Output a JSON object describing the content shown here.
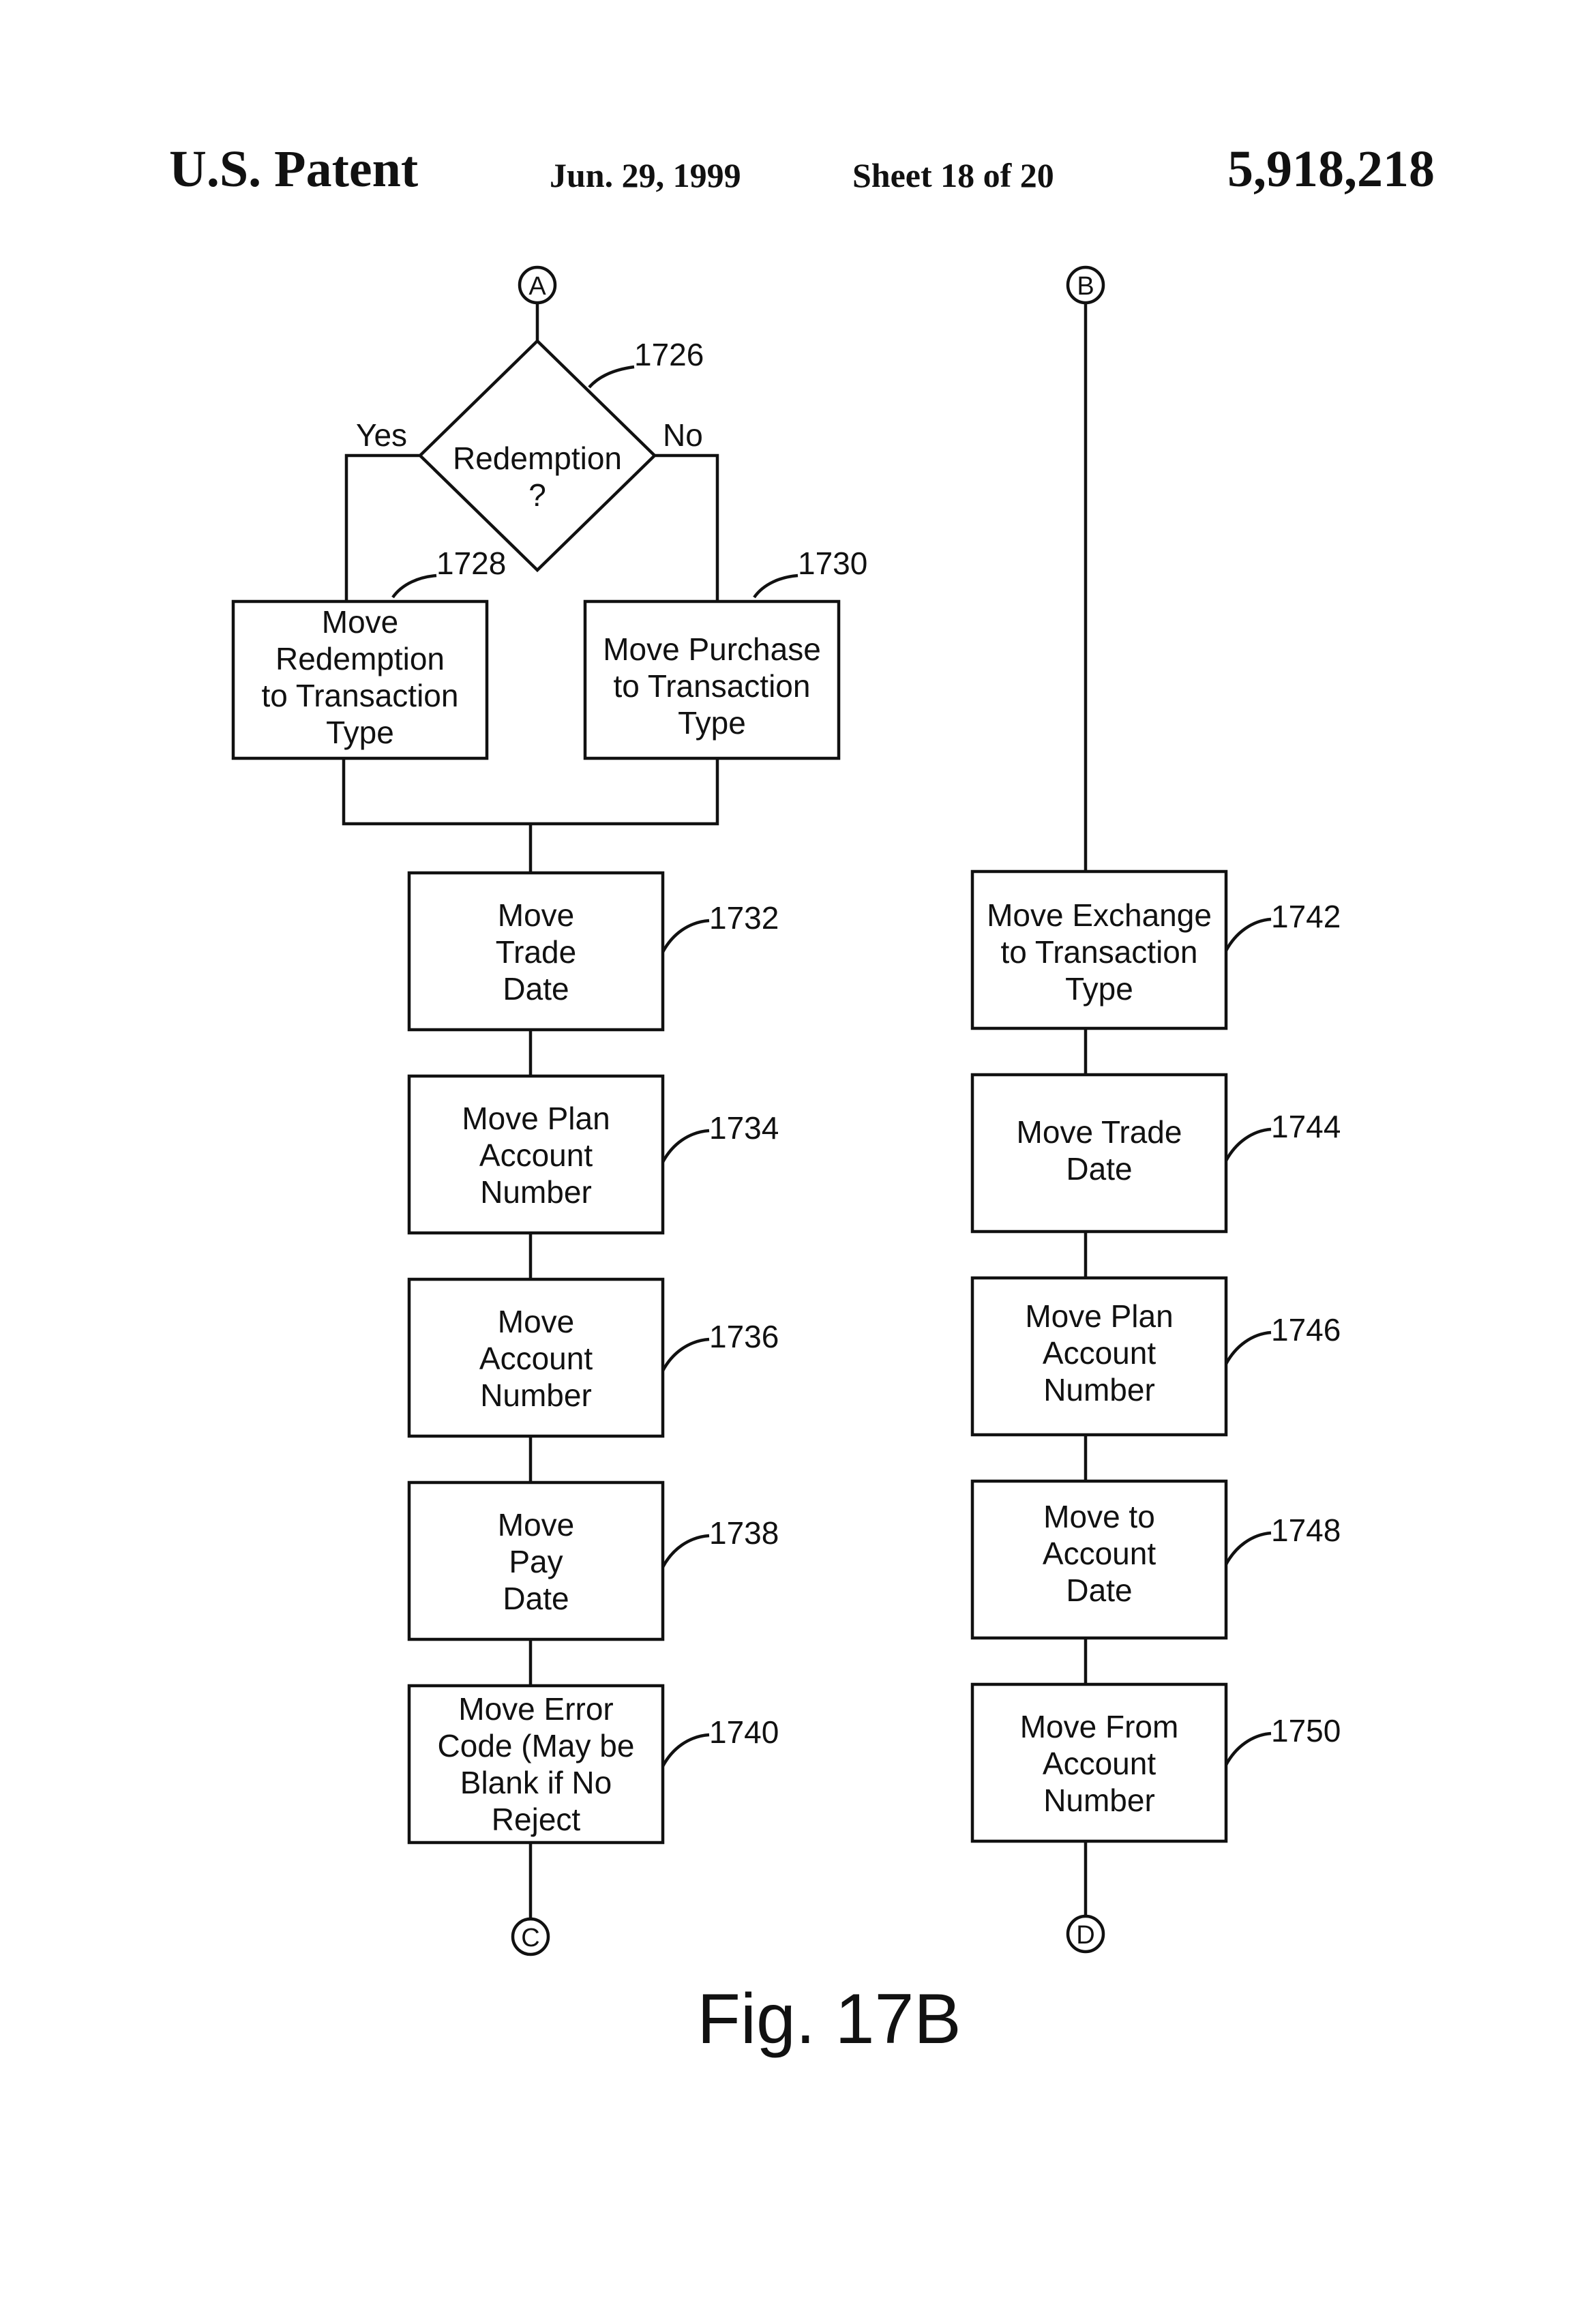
{
  "header": {
    "title": "U.S. Patent",
    "date": "Jun. 29, 1999",
    "sheet": "Sheet 18 of 20",
    "patent_number": "5,918,218"
  },
  "connectors": {
    "a": "A",
    "b": "B",
    "c": "C",
    "d": "D"
  },
  "decision": {
    "label_lines": [
      "Redemption",
      "?"
    ],
    "ref": "1726",
    "yes_label": "Yes",
    "no_label": "No"
  },
  "boxes": {
    "b1728": {
      "lines": [
        "Move",
        "Redemption",
        "to Transaction",
        "Type"
      ],
      "ref": "1728"
    },
    "b1730": {
      "lines": [
        "Move Purchase",
        "to Transaction",
        "Type"
      ],
      "ref": "1730"
    },
    "b1732": {
      "lines": [
        "Move",
        "Trade",
        "Date"
      ],
      "ref": "1732"
    },
    "b1734": {
      "lines": [
        "Move Plan",
        "Account",
        "Number"
      ],
      "ref": "1734"
    },
    "b1736": {
      "lines": [
        "Move",
        "Account",
        "Number"
      ],
      "ref": "1736"
    },
    "b1738": {
      "lines": [
        "Move",
        "Pay",
        "Date"
      ],
      "ref": "1738"
    },
    "b1740": {
      "lines": [
        "Move Error",
        "Code (May be",
        "Blank if No",
        "Reject"
      ],
      "ref": "1740"
    },
    "b1742": {
      "lines": [
        "Move Exchange",
        "to Transaction",
        "Type"
      ],
      "ref": "1742"
    },
    "b1744": {
      "lines": [
        "Move Trade",
        "Date"
      ],
      "ref": "1744"
    },
    "b1746": {
      "lines": [
        "Move Plan",
        "Account",
        "Number"
      ],
      "ref": "1746"
    },
    "b1748": {
      "lines": [
        "Move to",
        "Account",
        "Date"
      ],
      "ref": "1748"
    },
    "b1750": {
      "lines": [
        "Move From",
        "Account",
        "Number"
      ],
      "ref": "1750"
    }
  },
  "figure_label": "Fig. 17B"
}
